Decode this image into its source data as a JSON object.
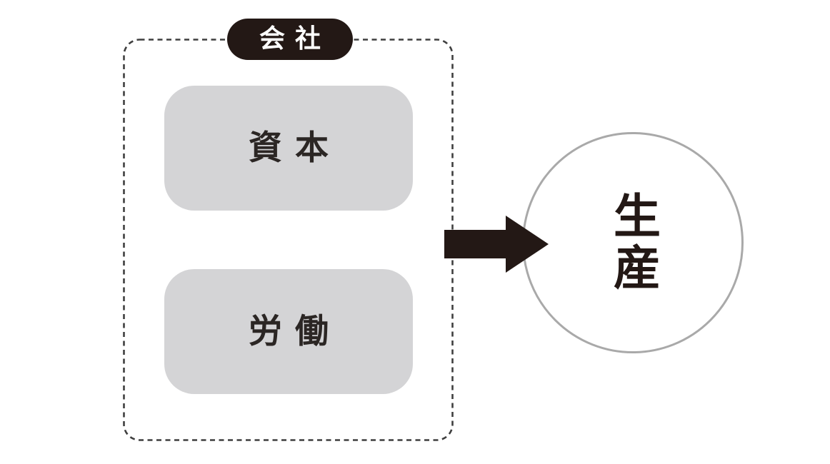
{
  "diagram": {
    "title": "会社",
    "inputs": [
      {
        "label": "資本"
      },
      {
        "label": "労働"
      }
    ],
    "output": {
      "label": "生産"
    },
    "arrow_icon": "arrow-right",
    "colors": {
      "pill_bg": "#231815",
      "pill_text": "#ffffff",
      "input_box_bg": "#d4d4d6",
      "input_box_text": "#2b2624",
      "arrow": "#231815",
      "dashed_border": "#3f3f3f",
      "circle_border": "#a9a9a9",
      "background": "#ffffff"
    }
  }
}
